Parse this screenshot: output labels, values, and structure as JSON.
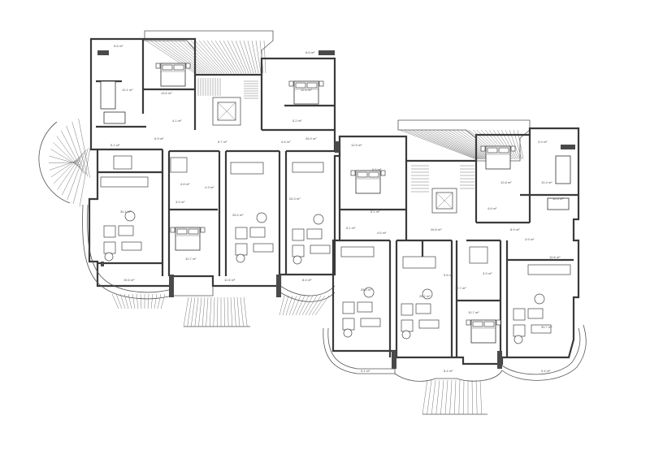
{
  "colors": {
    "wall": "#3a3a3a",
    "line": "#555555",
    "background": "#ffffff"
  },
  "room_labels": [
    {
      "id": "l1",
      "text": "5.6 m²"
    },
    {
      "id": "l2",
      "text": "6.6 m²"
    },
    {
      "id": "l3",
      "text": "13.6 m²"
    },
    {
      "id": "l4",
      "text": "10.1 m²"
    },
    {
      "id": "l5",
      "text": "12.5 m²"
    },
    {
      "id": "l6",
      "text": "4.1 m²"
    },
    {
      "id": "l7",
      "text": "5.2 m²"
    },
    {
      "id": "l8",
      "text": "8.7 m²"
    },
    {
      "id": "l9",
      "text": "6.9 m²"
    },
    {
      "id": "l10",
      "text": "5.1 m²"
    },
    {
      "id": "l11",
      "text": "4.6 m²"
    },
    {
      "id": "l12",
      "text": "26.9 m²"
    },
    {
      "id": "l13",
      "text": "30.1 m²"
    },
    {
      "id": "l14",
      "text": "4.8 m²"
    },
    {
      "id": "l15",
      "text": "3.9 m²"
    },
    {
      "id": "l16",
      "text": "28.4 m²"
    },
    {
      "id": "l17",
      "text": "26.3 m²"
    },
    {
      "id": "l18",
      "text": "10.7 m²"
    },
    {
      "id": "l19",
      "text": "15.6 m²"
    },
    {
      "id": "l20",
      "text": "11.5 m²"
    },
    {
      "id": "l21",
      "text": "8.4 m²"
    },
    {
      "id": "l22",
      "text": "4.3 m²"
    },
    {
      "id": "l23",
      "text": "12.5 m²"
    },
    {
      "id": "l24",
      "text": "6.6 m²"
    },
    {
      "id": "l25",
      "text": "3.9 m²"
    },
    {
      "id": "l26",
      "text": "5.1 m²"
    },
    {
      "id": "l27",
      "text": "12.8 m²"
    },
    {
      "id": "l28",
      "text": "10.4 m²"
    },
    {
      "id": "l29",
      "text": "4.6 m²"
    },
    {
      "id": "l30",
      "text": "8.9 m²"
    },
    {
      "id": "l31",
      "text": "26.8 m²"
    },
    {
      "id": "l32",
      "text": "5.1 m²"
    },
    {
      "id": "l33",
      "text": "4.6 m²"
    },
    {
      "id": "l34",
      "text": "3.9 m²"
    },
    {
      "id": "l35",
      "text": "28.3 m²"
    },
    {
      "id": "l36",
      "text": "28.2 m²"
    },
    {
      "id": "l37",
      "text": "12.7 m²"
    },
    {
      "id": "l38",
      "text": "10.7 m²"
    },
    {
      "id": "l39",
      "text": "30.7 m²"
    },
    {
      "id": "l40",
      "text": "3.9 m²"
    },
    {
      "id": "l41",
      "text": "9.6 m²"
    },
    {
      "id": "l42",
      "text": "9.1 m²"
    },
    {
      "id": "l43",
      "text": "8.4 m²"
    },
    {
      "id": "l44",
      "text": "9.4 m²"
    },
    {
      "id": "l45",
      "text": "10.6 m²"
    },
    {
      "id": "l46",
      "text": "10.5 m²"
    }
  ]
}
